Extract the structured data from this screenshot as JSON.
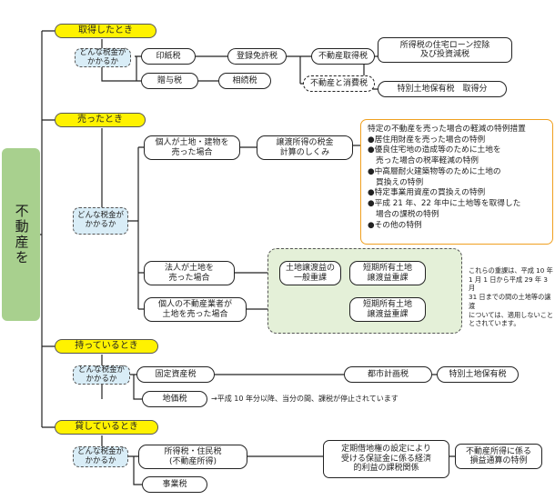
{
  "root": "不動産を",
  "categories": {
    "acquire": "取得したとき",
    "sell": "売ったとき",
    "hold": "持っているとき",
    "lend": "貸しているとき"
  },
  "tax_label": "どんな税金が\nかかるか",
  "acquire": {
    "stamp": "印紙税",
    "registration": "登録免許税",
    "acquisition": "不動産取得税",
    "housing_loan": "所得税の住宅ローン控除\n及び投資減税",
    "gift": "贈与税",
    "inheritance": "相続税",
    "consumption": "不動産と消費税",
    "special_land_acquire": "特別土地保有税　取得分"
  },
  "sell": {
    "individual": "個人が土地・建物を\n売った場合",
    "capital_gains": "譲渡所得の税金\n計算のしくみ",
    "special_title": "特定の不動産を売った場合の軽減の特例措置",
    "special_items": [
      "●居住用財産を売った場合の特例",
      "●優良住宅地の造成等のために土地を",
      "売った場合の税率軽減の特例",
      "●中高層耐火建築物等のために土地の",
      "買換えの特例",
      "●特定事業用資産の買換えの特例",
      "●平成 21 年、22 年中に土地等を取得した",
      "場合の課税の特例",
      "●その他の特例"
    ],
    "corporate": "法人が土地を\n売った場合",
    "real_estate_biz": "個人の不動産業者が\n土地を売った場合",
    "land_transfer_general": "土地譲渡益の\n一般重課",
    "short_term_1": "短期所有土地\n譲渡益重課",
    "short_term_2": "短期所有土地\n譲渡益重課",
    "note": "これらの重課は、平成 10 年\n1 月 1 日から平成 29 年 3 月\n31 日までの間の土地等の譲渡\nについては、適用しないこと\nとされています。"
  },
  "hold": {
    "fixed_asset": "固定資産税",
    "city_planning": "都市計画税",
    "special_land": "特別土地保有税",
    "land_value": "地価税",
    "land_value_note": "→平成 10 年分以降、当分の間、課税が停止されています"
  },
  "lend": {
    "income_resident": "所得税・住民税\n(不動産所得)",
    "business": "事業税",
    "fixed_leasehold": "定期借地権の設定により\n受ける保証金に係る経済\n的利益の課税関係",
    "loss_offset": "不動産所得に係る\n損益通算の特例"
  }
}
